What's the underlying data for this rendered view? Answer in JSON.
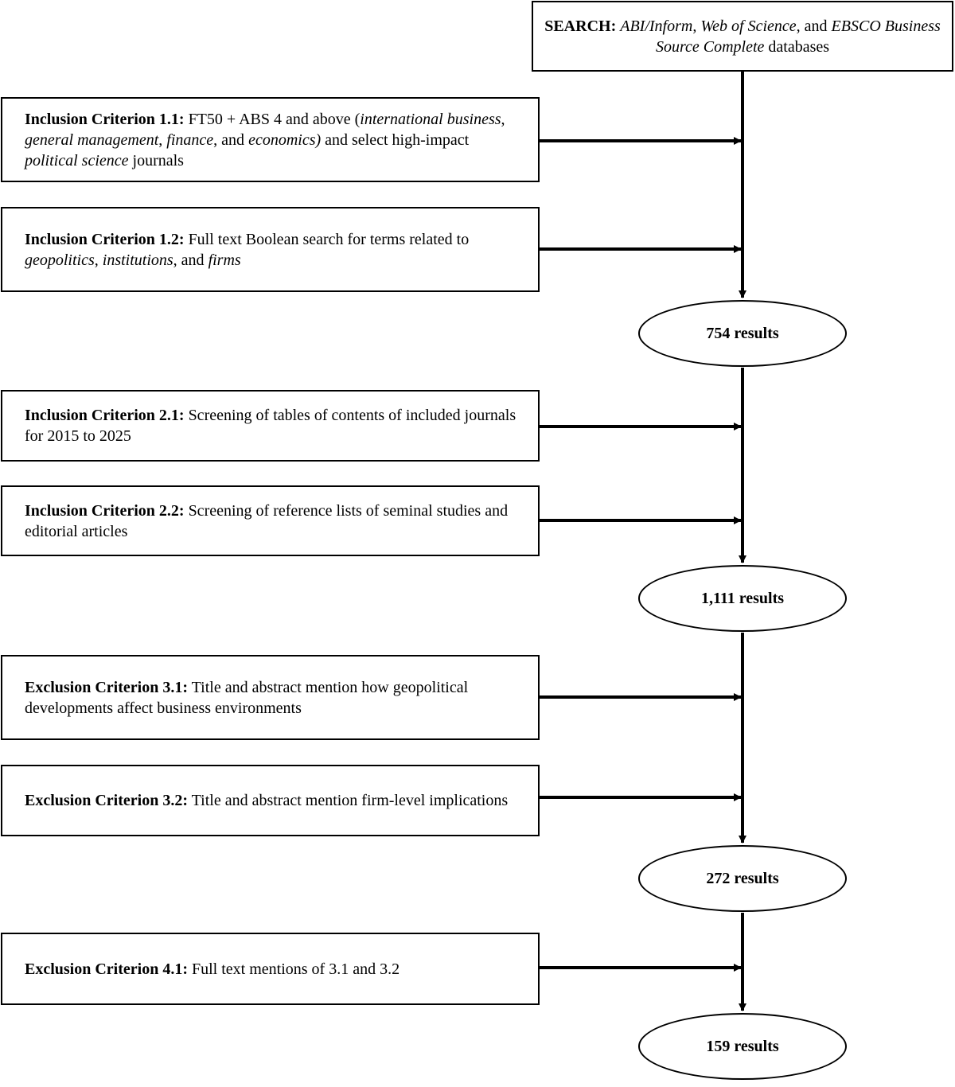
{
  "search": {
    "label": "SEARCH:",
    "db1": "ABI/Inform",
    "sep1": ", ",
    "db2": "Web of Science",
    "sep2": ", and ",
    "db3": "EBSCO Business Source Complete",
    "suffix": " databases"
  },
  "criteria": [
    {
      "label": "Inclusion Criterion 1.1:",
      "parts": [
        {
          "t": " FT50 + ABS 4 and above ("
        },
        {
          "t": "international business",
          "i": true
        },
        {
          "t": ", "
        },
        {
          "t": "general management",
          "i": true
        },
        {
          "t": ", "
        },
        {
          "t": "finance",
          "i": true
        },
        {
          "t": ", and "
        },
        {
          "t": "economics)",
          "i": true
        },
        {
          "t": " and select high-impact "
        },
        {
          "t": "political science",
          "i": true
        },
        {
          "t": " journals"
        }
      ]
    },
    {
      "label": "Inclusion Criterion 1.2:",
      "parts": [
        {
          "t": " Full text Boolean search for terms related to "
        },
        {
          "t": "geopolitics",
          "i": true
        },
        {
          "t": ", "
        },
        {
          "t": "institutions",
          "i": true
        },
        {
          "t": ", and "
        },
        {
          "t": "firms",
          "i": true
        }
      ]
    },
    {
      "label": "Inclusion Criterion 2.1:",
      "parts": [
        {
          "t": " Screening of tables of contents of included journals for 2015 to 2025"
        }
      ]
    },
    {
      "label": "Inclusion Criterion 2.2:",
      "parts": [
        {
          "t": " Screening of reference lists of seminal studies and editorial articles"
        }
      ]
    },
    {
      "label": "Exclusion Criterion 3.1:",
      "parts": [
        {
          "t": " Title and abstract mention how geopolitical developments affect business environments"
        }
      ]
    },
    {
      "label": "Exclusion Criterion 3.2:",
      "parts": [
        {
          "t": " Title and abstract mention firm-level implications"
        }
      ]
    },
    {
      "label": "Exclusion Criterion 4.1:",
      "parts": [
        {
          "t": " Full text mentions of 3.1 and 3.2"
        }
      ]
    }
  ],
  "results": [
    "754 results",
    "1,111 results",
    "272 results",
    "159 results"
  ]
}
